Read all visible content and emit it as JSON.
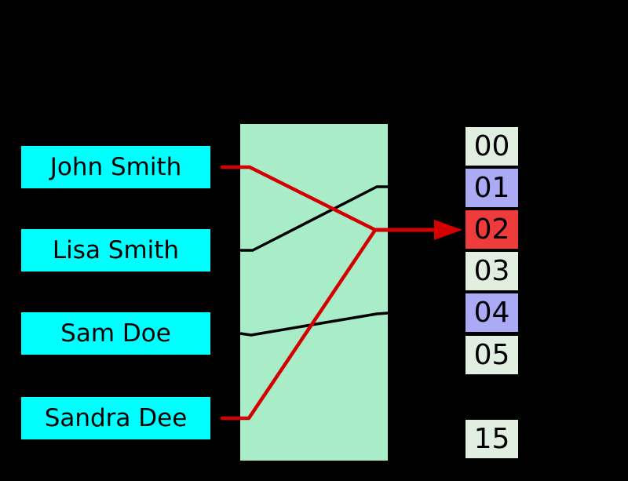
{
  "diagram": {
    "type": "hash-table-collision-diagram",
    "background": "#000000"
  },
  "keys": {
    "items": [
      {
        "label": "John Smith"
      },
      {
        "label": "Lisa Smith"
      },
      {
        "label": "Sam Doe"
      },
      {
        "label": "Sandra Dee"
      }
    ]
  },
  "buckets": {
    "items": [
      {
        "label": "00",
        "state": "empty"
      },
      {
        "label": "01",
        "state": "occupied"
      },
      {
        "label": "02",
        "state": "collision"
      },
      {
        "label": "03",
        "state": "empty"
      },
      {
        "label": "04",
        "state": "occupied"
      },
      {
        "label": "05",
        "state": "empty"
      },
      {
        "label": "15",
        "state": "empty"
      }
    ]
  },
  "mappings": [
    {
      "from": "John Smith",
      "to": "02",
      "style": "red-collision"
    },
    {
      "from": "Lisa Smith",
      "to": "01",
      "style": "black"
    },
    {
      "from": "Sam Doe",
      "to": "04",
      "style": "black"
    },
    {
      "from": "Sandra Dee",
      "to": "02",
      "style": "red-collision"
    }
  ],
  "colors": {
    "key_box": "#00ffff",
    "function_box": "#a8ecc8",
    "bucket_empty": "#e1efe1",
    "bucket_occupied": "#aaaaf5",
    "bucket_collision": "#ee3b3b",
    "line_black": "#000000",
    "line_red": "#d40000",
    "text": "#000000",
    "background": "#000000"
  }
}
